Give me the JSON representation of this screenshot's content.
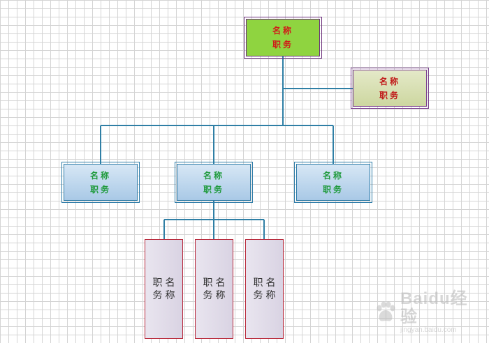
{
  "nodes": {
    "top": {
      "line1": "名称",
      "line2": "职务"
    },
    "assistant": {
      "line1": "名称",
      "line2": "职务"
    },
    "left": {
      "line1": "名称",
      "line2": "职务"
    },
    "center": {
      "line1": "名称",
      "line2": "职务"
    },
    "right": {
      "line1": "名称",
      "line2": "职务"
    }
  },
  "vertical_nodes": [
    {
      "col1": [
        "名",
        "称"
      ],
      "col2": [
        "职",
        "务"
      ]
    },
    {
      "col1": [
        "名",
        "称"
      ],
      "col2": [
        "职",
        "务"
      ]
    },
    {
      "col1": [
        "名",
        "称"
      ],
      "col2": [
        "职",
        "务"
      ]
    }
  ],
  "colors": {
    "connector": "#2f7fa5",
    "top_fill": "#8fd440",
    "top_text": "#d11818",
    "assistant_fill": "#d4dcab",
    "mid_fill": "#b9d4ec",
    "mid_text": "#1f9a3c",
    "vertical_fill": "#e0dbe8",
    "vertical_border": "#b8283a"
  },
  "watermark": {
    "brand": "Baidu经验",
    "url": "jingyan.baidu.com"
  }
}
